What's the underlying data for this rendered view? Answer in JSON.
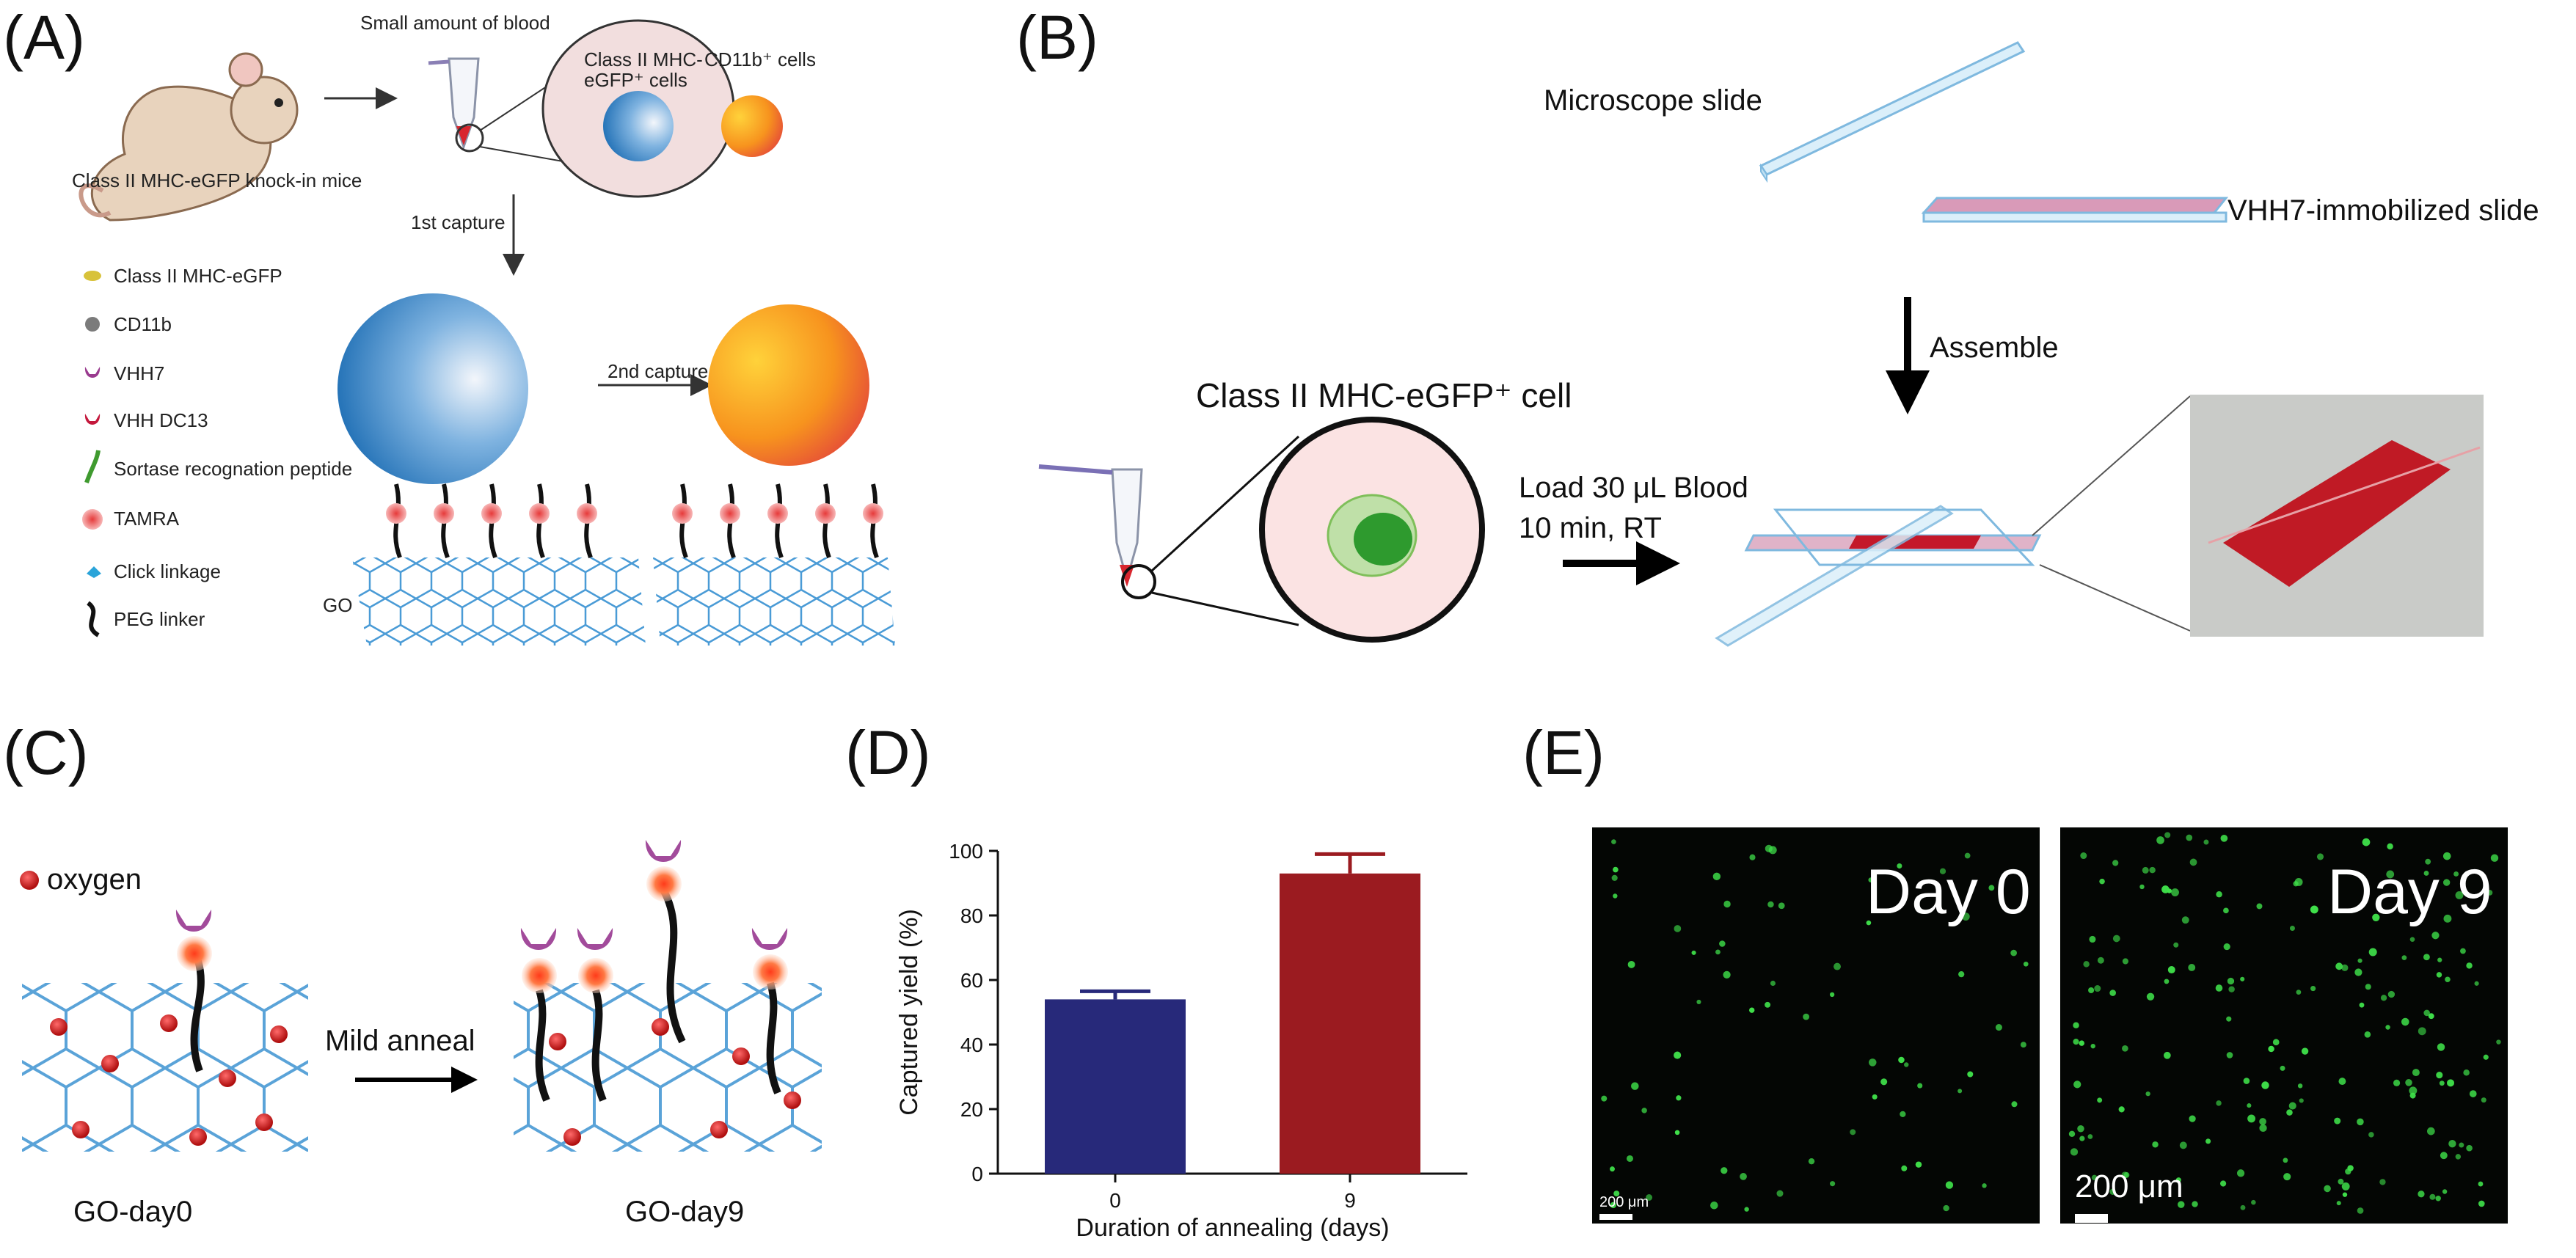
{
  "panels": {
    "a": {
      "label": "(A)",
      "mouse_caption": "Class II MHC-eGFP knock-in mice",
      "blood_caption": "Small amount of blood",
      "bubble_left": [
        "Class II MHC-",
        "eGFP⁺ cells"
      ],
      "bubble_right": "CD11b⁺ cells",
      "first_capture": "1st capture",
      "second_capture": "2nd capture",
      "go_label": "GO",
      "legend": [
        {
          "label": "Class II MHC-eGFP",
          "icon": "mhc-egfp-icon"
        },
        {
          "label": "CD11b",
          "icon": "cd11b-icon"
        },
        {
          "label": "VHH7",
          "icon": "vhh7-icon"
        },
        {
          "label": "VHH DC13",
          "icon": "vhh-dc13-icon"
        },
        {
          "label": "Sortase recognation peptide",
          "icon": "peptide-icon"
        },
        {
          "label": "TAMRA",
          "icon": "tamra-icon"
        },
        {
          "label": "Click linkage",
          "icon": "click-linkage-icon"
        },
        {
          "label": "PEG linker",
          "icon": "peg-linker-icon"
        }
      ]
    },
    "b": {
      "label": "(B)",
      "microscope_slide": "Microscope slide",
      "vhh7_slide": "VHH7-immobilized slide",
      "assemble": "Assemble",
      "cell_label": "Class II MHC-eGFP⁺ cell",
      "load_line1": "Load 30 μL Blood",
      "load_line2": "10 min, RT"
    },
    "c": {
      "label": "(C)",
      "oxygen": "oxygen",
      "mild_anneal": "Mild anneal",
      "left_caption": "GO-day0",
      "right_caption": "GO-day9"
    },
    "d": {
      "label": "(D)"
    },
    "e": {
      "label": "(E)",
      "left_day": "Day 0",
      "right_day": "Day 9",
      "left_scale": "200 μm",
      "right_scale": "200 μm"
    }
  },
  "chart_data": {
    "type": "bar",
    "categories": [
      "0",
      "9"
    ],
    "values": [
      54,
      93
    ],
    "errors": [
      2.5,
      6
    ],
    "colors": [
      "#27297a",
      "#9b1b20"
    ],
    "xlabel": "Duration of annealing  (days)",
    "ylabel": "Captured yield (%)",
    "ylim": [
      0,
      100
    ],
    "yticks": [
      0,
      20,
      40,
      60,
      80,
      100
    ],
    "grid": false
  }
}
